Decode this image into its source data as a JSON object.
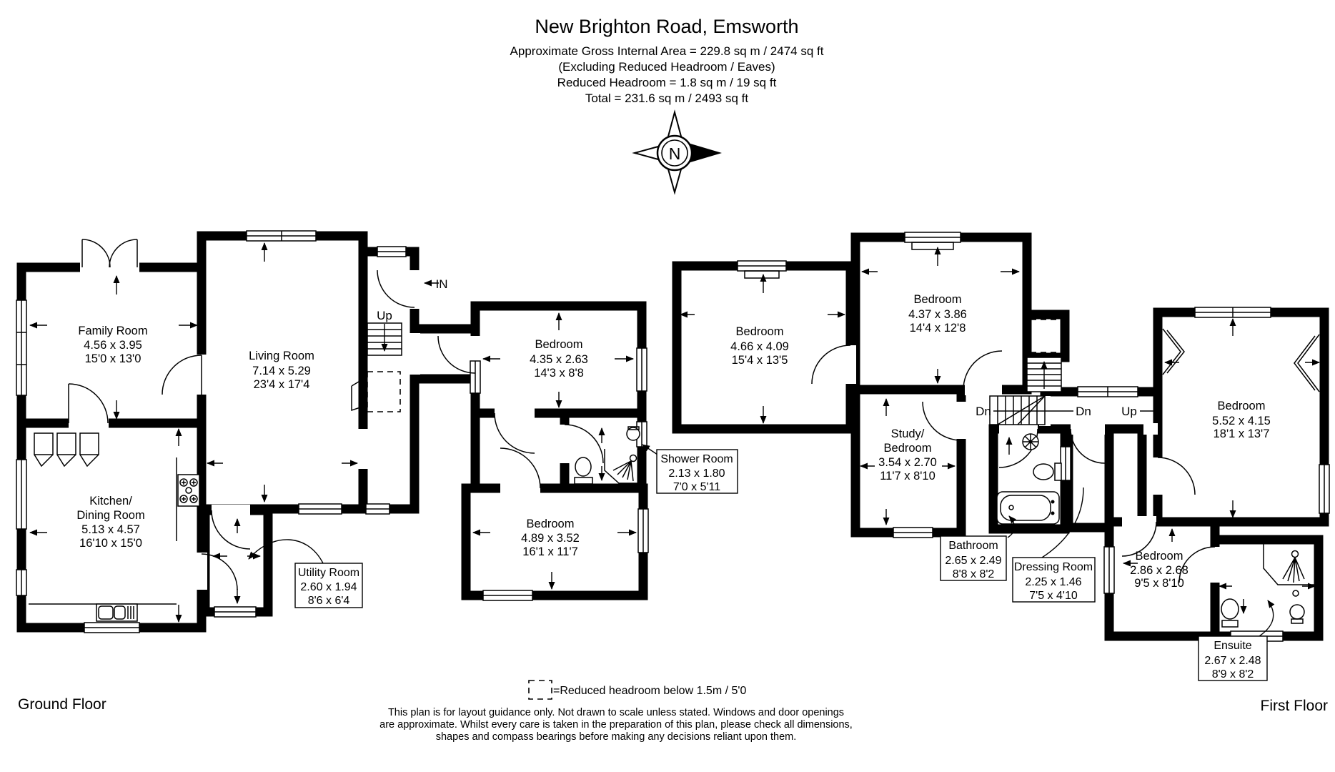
{
  "page": {
    "background": "#ffffff",
    "ink": "#000000"
  },
  "header": {
    "title": "New Brighton Road, Emsworth",
    "area_line": "Approximate Gross Internal Area = 229.8 sq m / 2474 sq ft",
    "excluding_line": "(Excluding Reduced Headroom / Eaves)",
    "reduced_line": "Reduced Headroom = 1.8 sq m / 19 sq ft",
    "total_line": "Total = 231.6 sq m / 2493 sq ft"
  },
  "compass": {
    "north_label": "N"
  },
  "floors": {
    "ground_label": "Ground Floor",
    "first_label": "First Floor"
  },
  "stairs": {
    "up_ground": "Up",
    "down_left": "Dn",
    "down_right": "Dn",
    "up_first": "Up"
  },
  "entrance": {
    "in_label": "IN"
  },
  "rooms": {
    "family": {
      "name": "Family Room",
      "metric": "4.56 x 3.95",
      "imperial": "15'0 x 13'0"
    },
    "kitchen": {
      "name_line1": "Kitchen/",
      "name_line2": "Dining Room",
      "metric": "5.13 x 4.57",
      "imperial": "16'10 x 15'0"
    },
    "living": {
      "name": "Living Room",
      "metric": "7.14 x 5.29",
      "imperial": "23'4 x 17'4"
    },
    "utility": {
      "name": "Utility Room",
      "metric": "2.60 x 1.94",
      "imperial": "8'6 x 6'4"
    },
    "bedroom_ground_front": {
      "name": "Bedroom",
      "metric": "4.35 x 2.63",
      "imperial": "14'3 x 8'8"
    },
    "bedroom_ground_rear": {
      "name": "Bedroom",
      "metric": "4.89 x 3.52",
      "imperial": "16'1 x 11'7"
    },
    "shower_room": {
      "name": "Shower Room",
      "metric": "2.13 x 1.80",
      "imperial": "7'0 x 5'11"
    },
    "bedroom_first_left": {
      "name": "Bedroom",
      "metric": "4.66 x 4.09",
      "imperial": "15'4 x 13'5"
    },
    "bedroom_first_top": {
      "name": "Bedroom",
      "metric": "4.37 x 3.86",
      "imperial": "14'4 x 12'8"
    },
    "study_bedroom": {
      "name_line1": "Study/",
      "name_line2": "Bedroom",
      "metric": "3.54 x 2.70",
      "imperial": "11'7 x 8'10"
    },
    "bathroom": {
      "name": "Bathroom",
      "metric": "2.65 x 2.49",
      "imperial": "8'8 x 8'2"
    },
    "dressing_room": {
      "name": "Dressing Room",
      "metric": "2.25 x 1.46",
      "imperial": "7'5 x 4'10"
    },
    "bedroom_first_small": {
      "name": "Bedroom",
      "metric": "2.86 x 2.68",
      "imperial": "9'5 x 8'10"
    },
    "bedroom_first_right": {
      "name": "Bedroom",
      "metric": "5.52 x 4.15",
      "imperial": "18'1 x 13'7"
    },
    "ensuite": {
      "name": "Ensuite",
      "metric": "2.67 x 2.48",
      "imperial": "8'9 x 8'2"
    }
  },
  "legend": {
    "reduced_headroom": "=Reduced headroom below 1.5m / 5'0"
  },
  "disclaimer": {
    "line1": "This plan is for layout guidance only. Not drawn to scale unless stated. Windows and door openings",
    "line2": "are approximate. Whilst every care is taken in the preparation of this plan, please check all dimensions,",
    "line3": "shapes and compass bearings before making any decisions reliant upon them."
  }
}
